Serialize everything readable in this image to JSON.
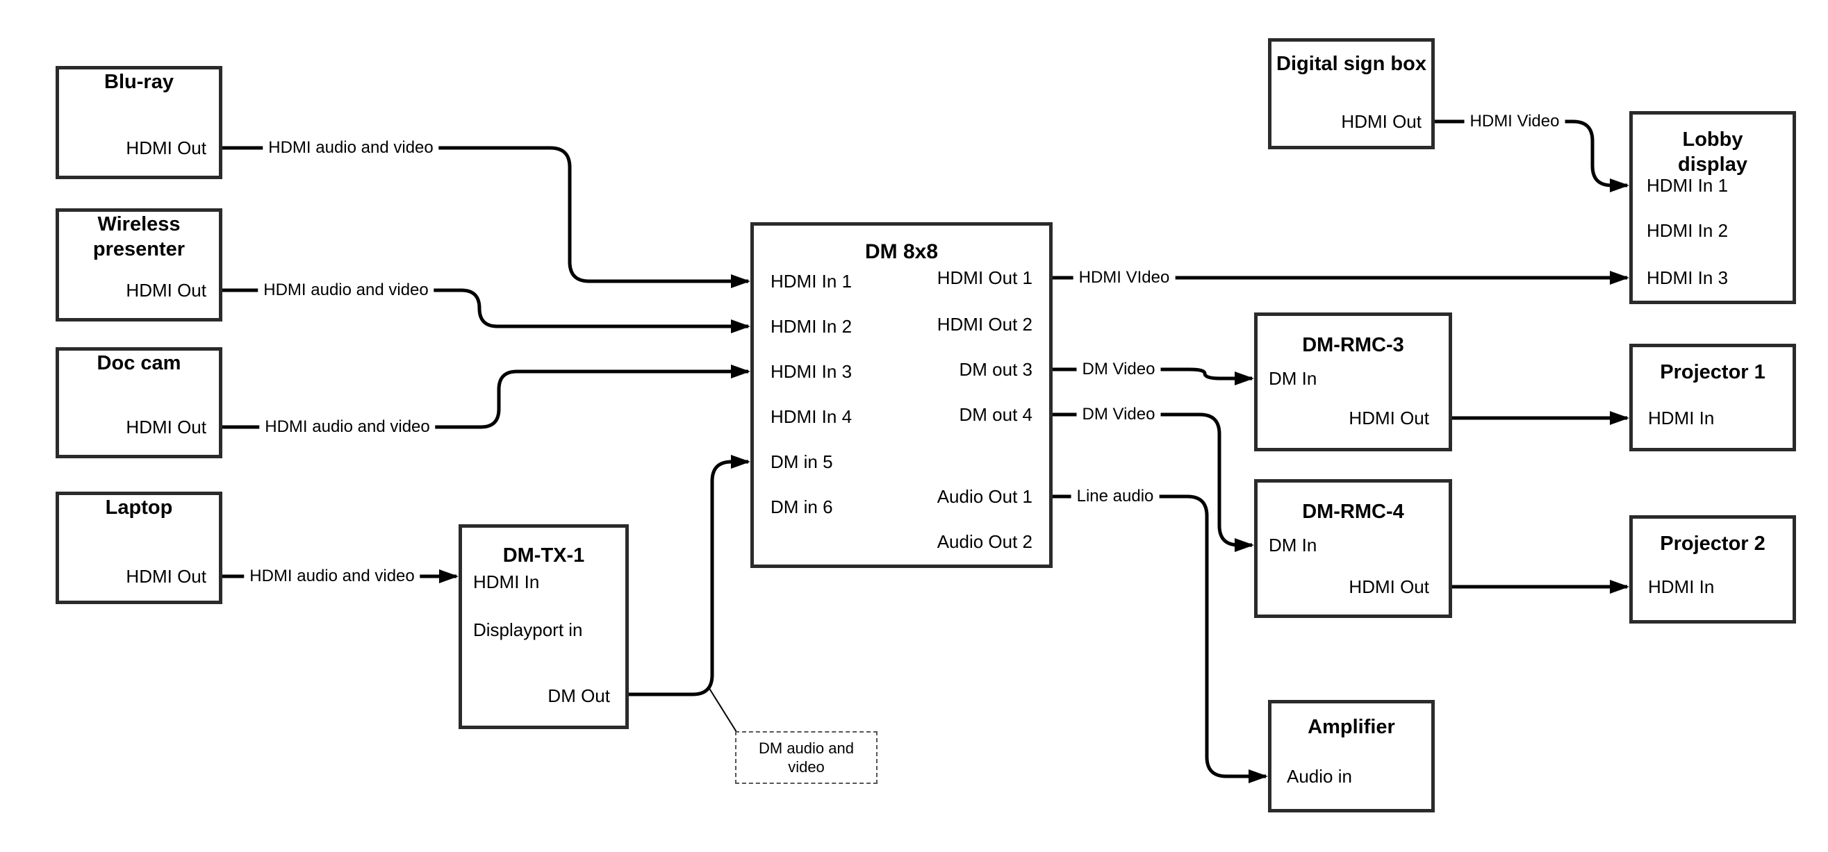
{
  "colors": {
    "line": "#000000",
    "box_border": "#2b2b2b",
    "background": "#ffffff",
    "text": "#000000"
  },
  "nodes": {
    "bluray": {
      "title": "Blu-ray",
      "ports": {
        "hdmi_out": "HDMI Out"
      }
    },
    "wireless_presenter": {
      "title": "Wireless presenter",
      "ports": {
        "hdmi_out": "HDMI Out"
      }
    },
    "doc_cam": {
      "title": "Doc cam",
      "ports": {
        "hdmi_out": "HDMI Out"
      }
    },
    "laptop": {
      "title": "Laptop",
      "ports": {
        "hdmi_out": "HDMI Out"
      }
    },
    "dm_tx_1": {
      "title": "DM-TX-1",
      "ports": {
        "hdmi_in": "HDMI In",
        "displayport_in": "Displayport in",
        "dm_out": "DM Out"
      }
    },
    "dm_8x8": {
      "title": "DM 8x8",
      "inputs": {
        "in1": "HDMI In 1",
        "in2": "HDMI In 2",
        "in3": "HDMI In 3",
        "in4": "HDMI In 4",
        "in5": "DM in 5",
        "in6": "DM in 6"
      },
      "outputs": {
        "out1": "HDMI Out 1",
        "out2": "HDMI Out 2",
        "out3": "DM out 3",
        "out4": "DM out 4",
        "aout1": "Audio Out 1",
        "aout2": "Audio Out 2"
      }
    },
    "digital_sign_box": {
      "title": "Digital sign box",
      "ports": {
        "hdmi_out": "HDMI Out"
      }
    },
    "lobby_display": {
      "title": "Lobby display",
      "ports": {
        "hdmi_in_1": "HDMI In 1",
        "hdmi_in_2": "HDMI In 2",
        "hdmi_in_3": "HDMI In 3"
      }
    },
    "dm_rmc_3": {
      "title": "DM-RMC-3",
      "ports": {
        "dm_in": "DM In",
        "hdmi_out": "HDMI Out"
      }
    },
    "projector_1": {
      "title": "Projector 1",
      "ports": {
        "hdmi_in": "HDMI In"
      }
    },
    "dm_rmc_4": {
      "title": "DM-RMC-4",
      "ports": {
        "dm_in": "DM In",
        "hdmi_out": "HDMI Out"
      }
    },
    "projector_2": {
      "title": "Projector 2",
      "ports": {
        "hdmi_in": "HDMI In"
      }
    },
    "amplifier": {
      "title": "Amplifier",
      "ports": {
        "audio_in": "Audio in"
      }
    }
  },
  "edge_labels": {
    "bluray_to_dm8x8": "HDMI audio and video",
    "wireless_to_dm8x8": "HDMI audio and video",
    "doccam_to_dm8x8": "HDMI audio and video",
    "laptop_to_dmtx1": "HDMI audio and video",
    "dm8x8_hdmi_out1": "HDMI VIdeo",
    "dm8x8_dm_out3": "DM Video",
    "dm8x8_dm_out4": "DM Video",
    "dm8x8_audio_out1": "Line audio",
    "digital_sign_to_lobby": "HDMI Video"
  },
  "annotation": {
    "text": "DM audio and video"
  },
  "connections": [
    {
      "from": "Blu-ray",
      "from_port": "HDMI Out",
      "to": "DM 8x8",
      "to_port": "HDMI In 1",
      "label": "HDMI audio and video"
    },
    {
      "from": "Wireless presenter",
      "from_port": "HDMI Out",
      "to": "DM 8x8",
      "to_port": "HDMI In 2",
      "label": "HDMI audio and video"
    },
    {
      "from": "Doc cam",
      "from_port": "HDMI Out",
      "to": "DM 8x8",
      "to_port": "HDMI In 3",
      "label": "HDMI audio and video"
    },
    {
      "from": "Laptop",
      "from_port": "HDMI Out",
      "to": "DM-TX-1",
      "to_port": "HDMI In",
      "label": "HDMI audio and video"
    },
    {
      "from": "DM-TX-1",
      "from_port": "DM Out",
      "to": "DM 8x8",
      "to_port": "DM in 5",
      "label": "",
      "annotation": "DM audio and video"
    },
    {
      "from": "DM 8x8",
      "from_port": "HDMI Out 1",
      "to": "Lobby display",
      "to_port": "HDMI In 3",
      "label": "HDMI VIdeo"
    },
    {
      "from": "DM 8x8",
      "from_port": "DM out 3",
      "to": "DM-RMC-3",
      "to_port": "DM In",
      "label": "DM Video"
    },
    {
      "from": "DM 8x8",
      "from_port": "DM out 4",
      "to": "DM-RMC-4",
      "to_port": "DM In",
      "label": "DM Video"
    },
    {
      "from": "DM 8x8",
      "from_port": "Audio Out 1",
      "to": "Amplifier",
      "to_port": "Audio in",
      "label": "Line audio"
    },
    {
      "from": "DM-RMC-3",
      "from_port": "HDMI Out",
      "to": "Projector 1",
      "to_port": "HDMI In",
      "label": ""
    },
    {
      "from": "DM-RMC-4",
      "from_port": "HDMI Out",
      "to": "Projector 2",
      "to_port": "HDMI In",
      "label": ""
    },
    {
      "from": "Digital sign box",
      "from_port": "HDMI Out",
      "to": "Lobby display",
      "to_port": "HDMI In 1",
      "label": "HDMI Video"
    }
  ]
}
